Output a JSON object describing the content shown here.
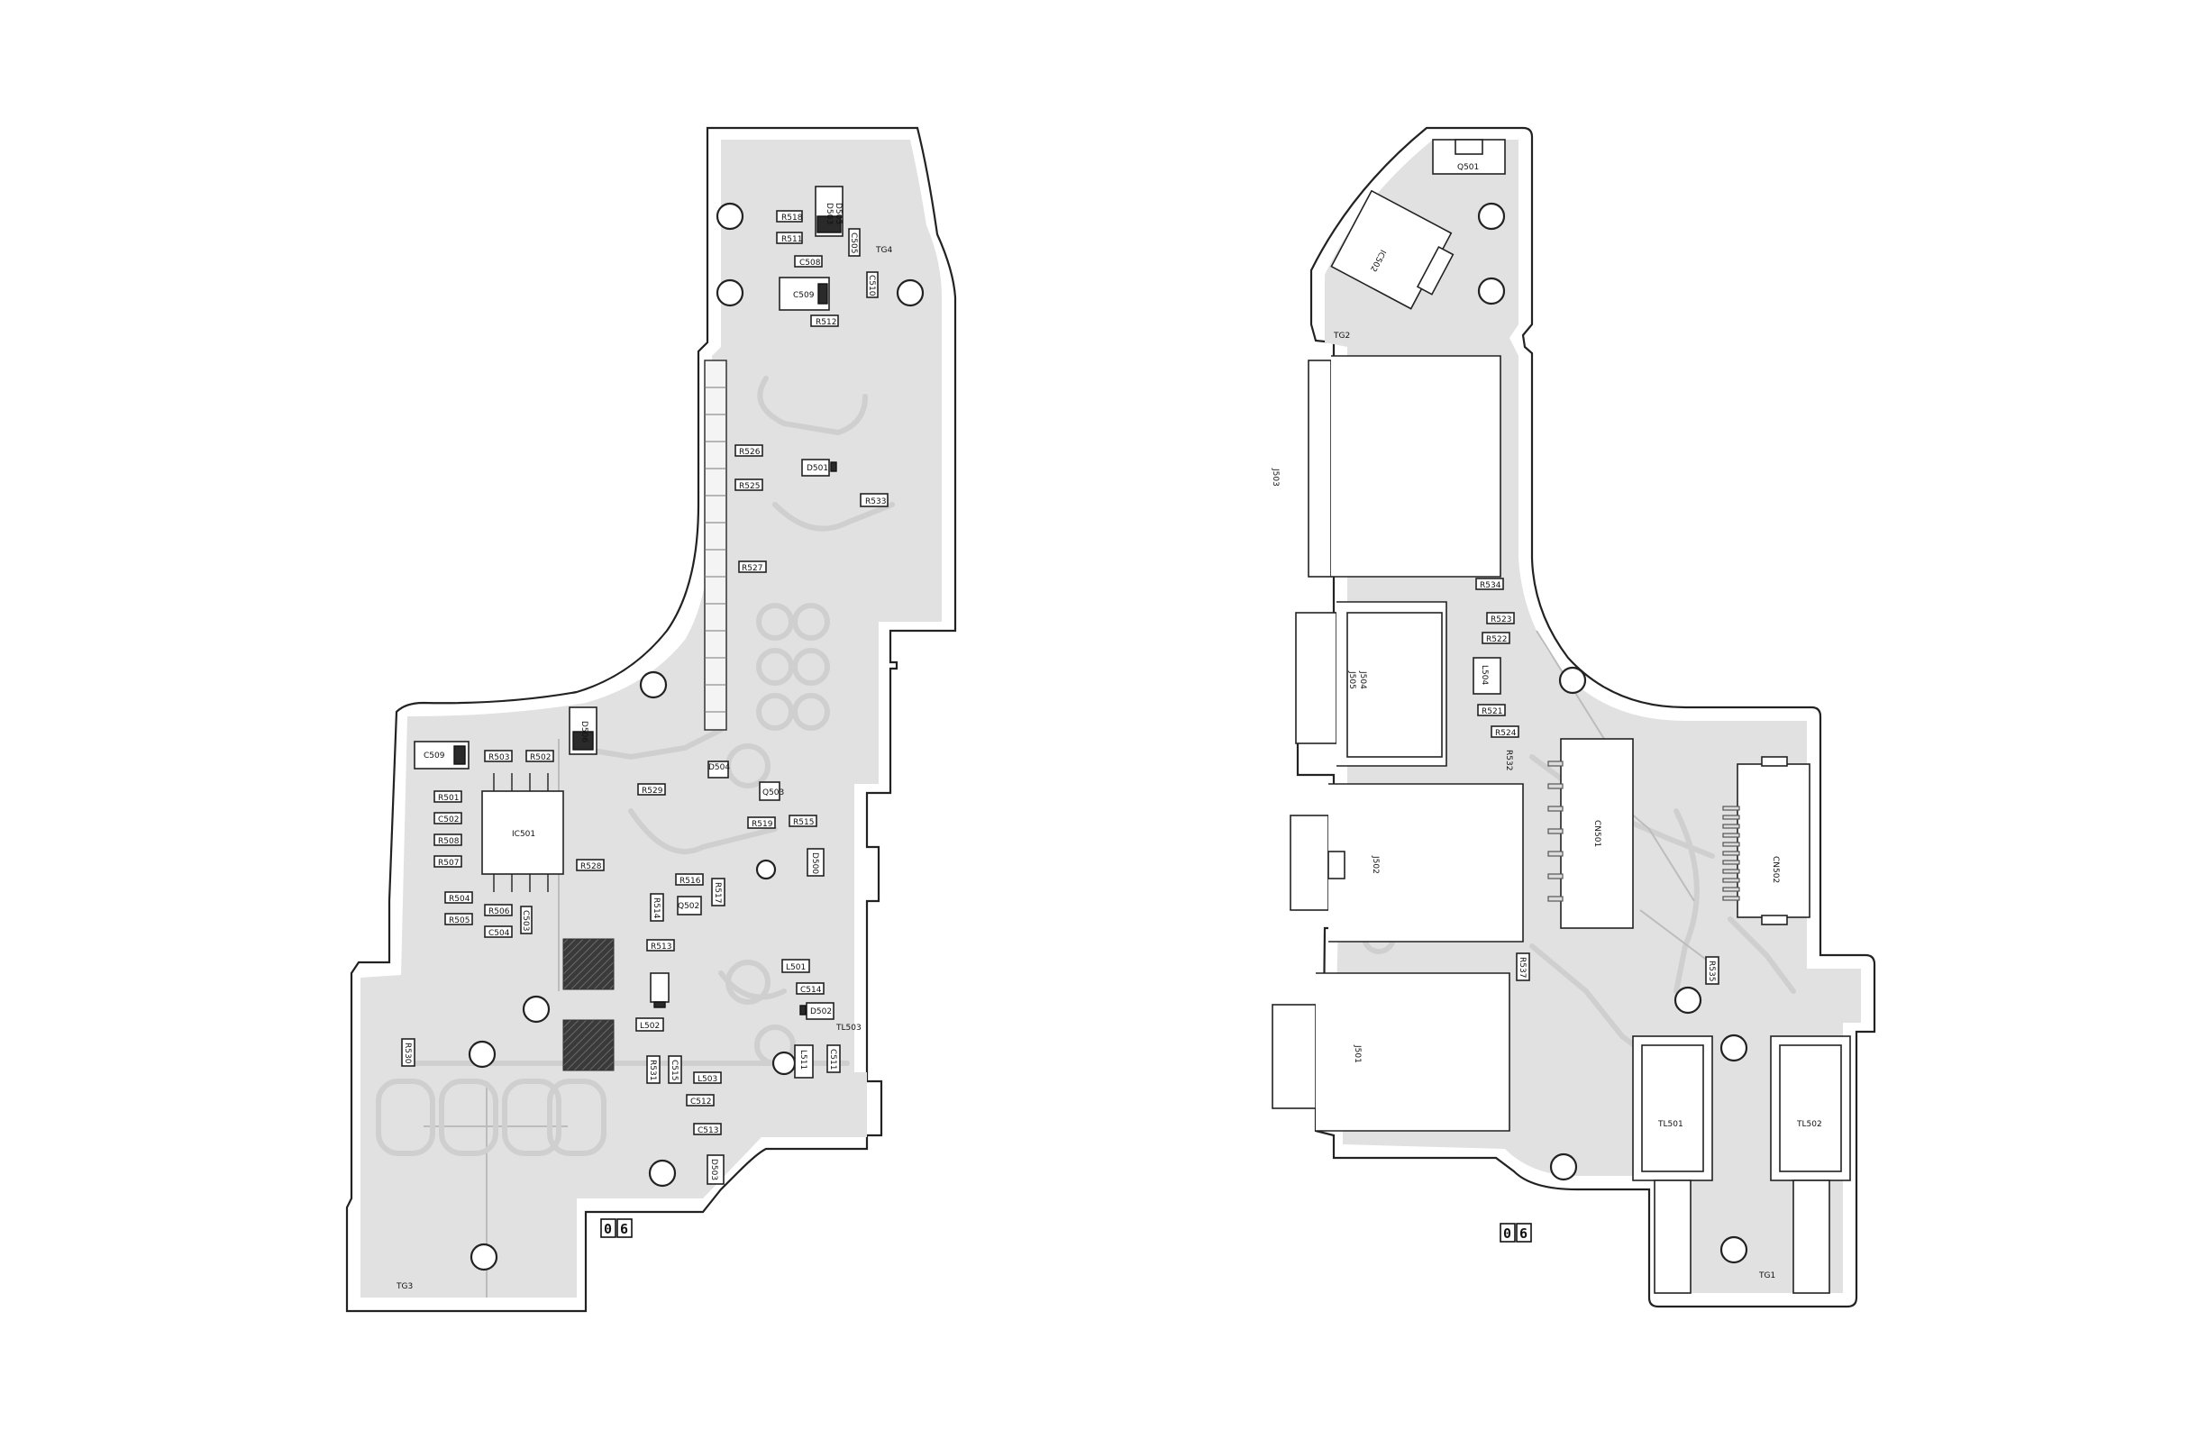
{
  "left_board": {
    "side_badge": [
      "0",
      "6"
    ],
    "labels": {
      "r518": "R518",
      "r511": "R511",
      "c508": "C508",
      "d503": "D503",
      "d505": "D505",
      "c509": "C509",
      "r512": "R512",
      "c505": "C505",
      "tg4": "TG4",
      "c510": "C510",
      "r526": "R526",
      "d501": "D501",
      "r525": "R525",
      "r533": "R533",
      "r527": "R527",
      "c509b": "C509",
      "d506": "D506",
      "r503": "R503",
      "r502": "R502",
      "r501": "R501",
      "c502": "C502",
      "r508": "R508",
      "r507": "R507",
      "ic501": "IC501",
      "r528": "R528",
      "r504": "R504",
      "r505": "R505",
      "r506": "R506",
      "c504": "C504",
      "c503": "C503",
      "r529": "R529",
      "d504": "D504",
      "r519": "R519",
      "r515": "R515",
      "q503": "Q503",
      "r516": "R516",
      "r514": "R514",
      "q502": "Q502",
      "r517": "R517",
      "r513": "R513",
      "d500": "D500",
      "l501": "L501",
      "c514": "C514",
      "d502": "D502",
      "tl503": "TL503",
      "l502": "L502",
      "c512": "C512",
      "l511": "L511",
      "r530": "R530",
      "r531": "R531",
      "c515": "C515",
      "l503": "L503",
      "c513": "C513",
      "c511": "C511",
      "d503b": "D503",
      "tg3": "TG3"
    }
  },
  "right_board": {
    "side_badge": [
      "0",
      "6"
    ],
    "labels": {
      "q501": "Q501",
      "ic502": "IC502",
      "tg2": "TG2",
      "j503": "J503",
      "r534": "R534",
      "r523": "R523",
      "r522": "R522",
      "j505": "J505",
      "j504": "J504",
      "l504": "L504",
      "r521": "R521",
      "r524": "R524",
      "r532": "R532",
      "cn501": "CN501",
      "j502": "J502",
      "cn502": "CN502",
      "r537": "R537",
      "r535": "R535",
      "j501": "J501",
      "tl501": "TL501",
      "tl502": "TL502",
      "tg1": "TG1"
    }
  }
}
